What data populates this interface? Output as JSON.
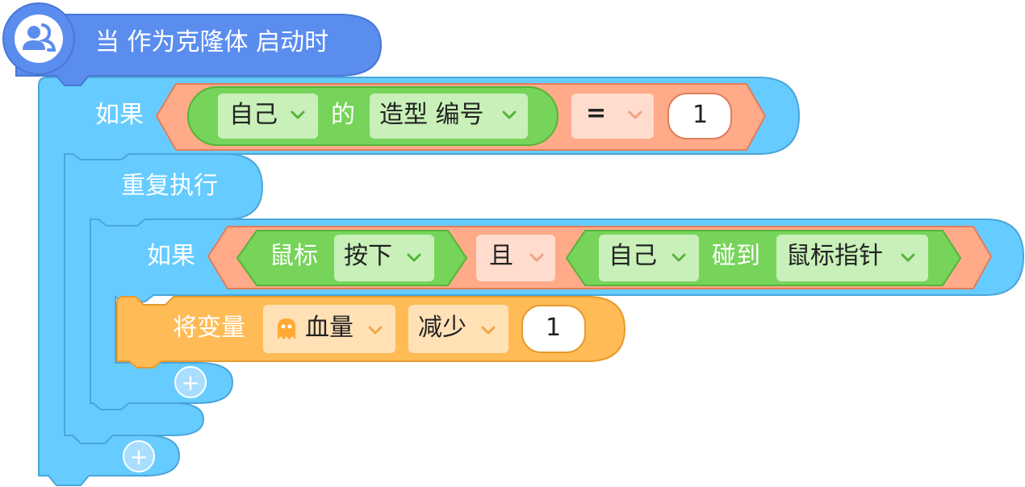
{
  "hat": {
    "label": "当 作为克隆体 启动时",
    "icon": "clone-users-icon"
  },
  "if1": {
    "keyword": "如果",
    "sensor": {
      "target": "自己",
      "of": "的",
      "property": "造型 编号"
    },
    "operator": "=",
    "value": "1"
  },
  "forever": {
    "label": "重复执行"
  },
  "if2": {
    "keyword": "如果",
    "mouse": {
      "label": "鼠标",
      "state": "按下"
    },
    "logic": "且",
    "touch": {
      "target": "自己",
      "verb": "碰到",
      "object": "鼠标指针"
    }
  },
  "change": {
    "label": "将变量",
    "variable": "血量",
    "mode": "减少",
    "amount": "1",
    "variable_icon": "ghost-icon"
  },
  "add": {
    "symbol": "+"
  },
  "colors": {
    "hat": "#5b8def",
    "control": "#66ccff",
    "operator": "#ffaa88",
    "sensing": "#77d45a",
    "variable": "#ffbb55"
  }
}
